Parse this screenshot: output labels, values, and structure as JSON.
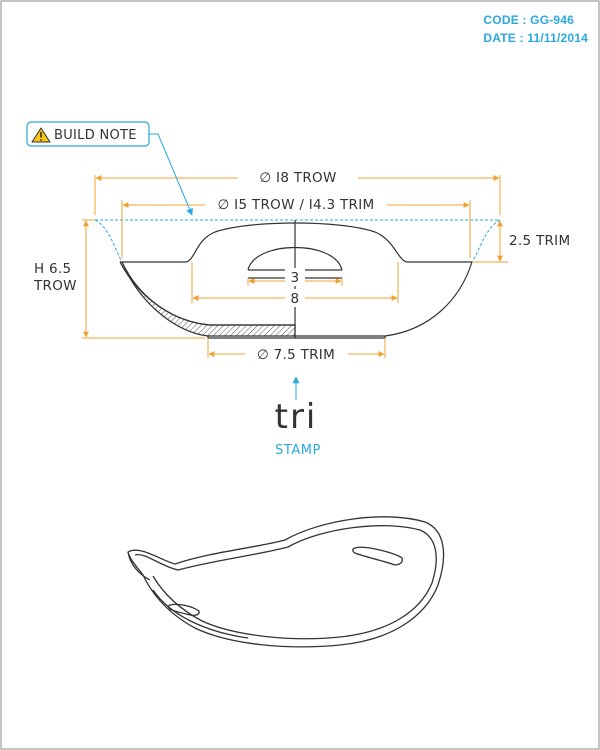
{
  "header": {
    "code": "CODE : GG-946",
    "date": "DATE : 11/11/2014"
  },
  "build_note": {
    "label": "BUILD NOTE",
    "icon": "warning-icon"
  },
  "dimensions": {
    "outer_diameter": "∅ I8 TROW",
    "rim_diameter": "∅ I5 TROW / I4.3 TRIM",
    "height_line1": "H 6.5",
    "height_line2": "TROW",
    "rim_height": "2.5 TRIM",
    "inner_hole": "3",
    "inner_well": "8",
    "base_diameter": "∅ 7.5 TRIM"
  },
  "stamp": {
    "mark": "tri",
    "label": "STAMP"
  },
  "colors": {
    "accent": "#2aa8e0",
    "dimension": "#f0a030",
    "line": "#333333",
    "border": "#888888"
  }
}
